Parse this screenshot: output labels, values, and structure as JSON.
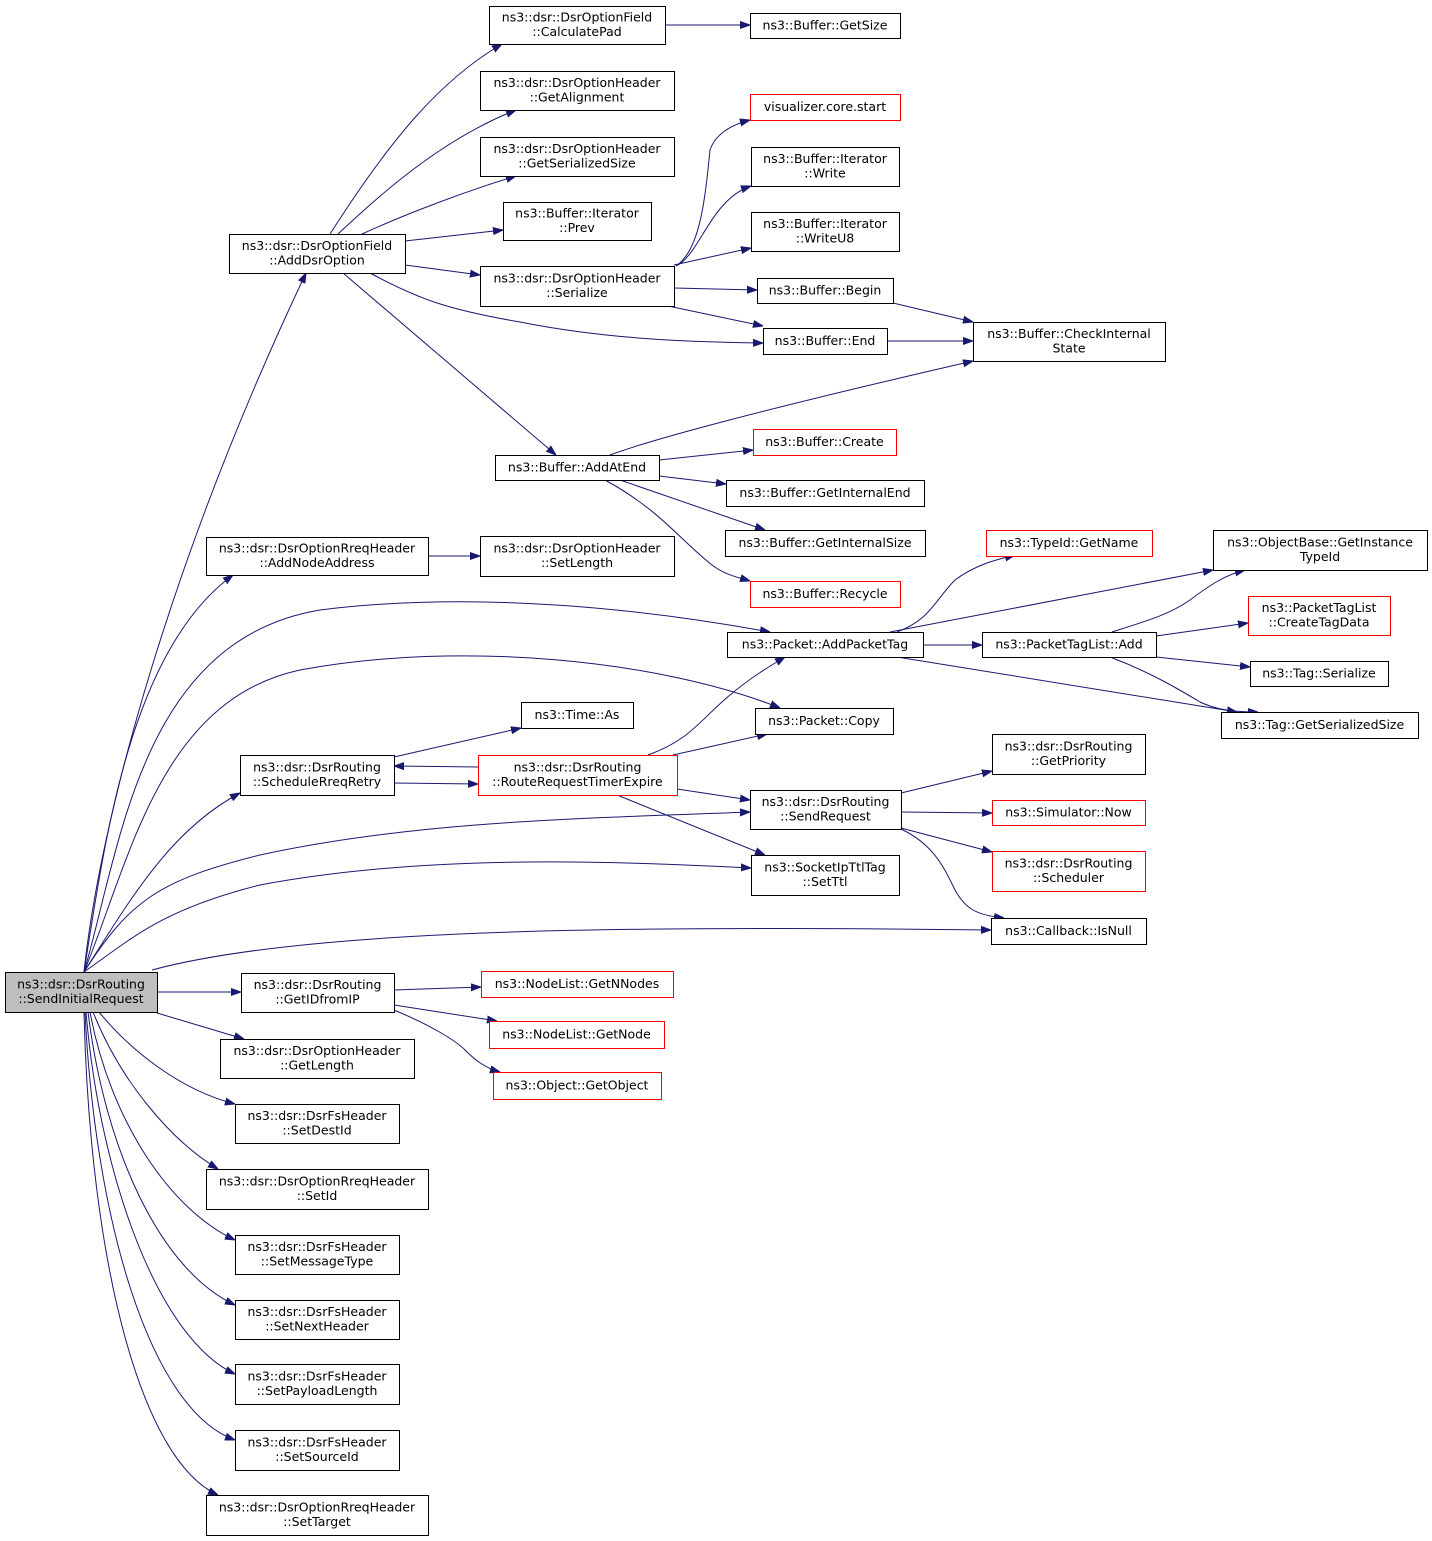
{
  "colors": {
    "edge": "#191970",
    "node_border": "#000000",
    "node_border_undocumented": "#ff0000",
    "root_fill": "#bfbfbf",
    "node_fill": "#ffffff"
  },
  "nodes": [
    {
      "id": "root",
      "lines": [
        "ns3::dsr::DsrRouting",
        "::SendInitialRequest"
      ],
      "style": "root"
    },
    {
      "id": "addDsrOption",
      "lines": [
        "ns3::dsr::DsrOptionField",
        "::AddDsrOption"
      ],
      "style": "normal"
    },
    {
      "id": "calculatePad",
      "lines": [
        "ns3::dsr::DsrOptionField",
        "::CalculatePad"
      ],
      "style": "normal"
    },
    {
      "id": "bufGetSize",
      "lines": [
        "ns3::Buffer::GetSize"
      ],
      "style": "normal"
    },
    {
      "id": "getAlignment",
      "lines": [
        "ns3::dsr::DsrOptionHeader",
        "::GetAlignment"
      ],
      "style": "normal"
    },
    {
      "id": "getSerializedSize",
      "lines": [
        "ns3::dsr::DsrOptionHeader",
        "::GetSerializedSize"
      ],
      "style": "normal"
    },
    {
      "id": "iterPrev",
      "lines": [
        "ns3::Buffer::Iterator",
        "::Prev"
      ],
      "style": "normal"
    },
    {
      "id": "serialize",
      "lines": [
        "ns3::dsr::DsrOptionHeader",
        "::Serialize"
      ],
      "style": "normal"
    },
    {
      "id": "vizStart",
      "lines": [
        "visualizer.core.start"
      ],
      "style": "red"
    },
    {
      "id": "iterWrite",
      "lines": [
        "ns3::Buffer::Iterator",
        "::Write"
      ],
      "style": "normal"
    },
    {
      "id": "iterWriteU8",
      "lines": [
        "ns3::Buffer::Iterator",
        "::WriteU8"
      ],
      "style": "normal"
    },
    {
      "id": "bufBegin",
      "lines": [
        "ns3::Buffer::Begin"
      ],
      "style": "normal"
    },
    {
      "id": "bufEnd",
      "lines": [
        "ns3::Buffer::End"
      ],
      "style": "normal"
    },
    {
      "id": "checkInternal",
      "lines": [
        "ns3::Buffer::CheckInternal",
        "State"
      ],
      "style": "normal"
    },
    {
      "id": "addAtEnd",
      "lines": [
        "ns3::Buffer::AddAtEnd"
      ],
      "style": "normal"
    },
    {
      "id": "bufCreate",
      "lines": [
        "ns3::Buffer::Create"
      ],
      "style": "red"
    },
    {
      "id": "getInternalEnd",
      "lines": [
        "ns3::Buffer::GetInternalEnd"
      ],
      "style": "normal"
    },
    {
      "id": "getInternalSize",
      "lines": [
        "ns3::Buffer::GetInternalSize"
      ],
      "style": "normal"
    },
    {
      "id": "bufRecycle",
      "lines": [
        "ns3::Buffer::Recycle"
      ],
      "style": "red"
    },
    {
      "id": "addNodeAddress",
      "lines": [
        "ns3::dsr::DsrOptionRreqHeader",
        "::AddNodeAddress"
      ],
      "style": "normal"
    },
    {
      "id": "setLength",
      "lines": [
        "ns3::dsr::DsrOptionHeader",
        "::SetLength"
      ],
      "style": "normal"
    },
    {
      "id": "typeIdGetName",
      "lines": [
        "ns3::TypeId::GetName"
      ],
      "style": "red"
    },
    {
      "id": "getInstanceTypeId",
      "lines": [
        "ns3::ObjectBase::GetInstance",
        "TypeId"
      ],
      "style": "normal"
    },
    {
      "id": "addPacketTag",
      "lines": [
        "ns3::Packet::AddPacketTag"
      ],
      "style": "normal"
    },
    {
      "id": "packetTagListAdd",
      "lines": [
        "ns3::PacketTagList::Add"
      ],
      "style": "normal"
    },
    {
      "id": "createTagData",
      "lines": [
        "ns3::PacketTagList",
        "::CreateTagData"
      ],
      "style": "red"
    },
    {
      "id": "tagSerialize",
      "lines": [
        "ns3::Tag::Serialize"
      ],
      "style": "normal"
    },
    {
      "id": "tagGetSerializedSize",
      "lines": [
        "ns3::Tag::GetSerializedSize"
      ],
      "style": "normal"
    },
    {
      "id": "packetCopy",
      "lines": [
        "ns3::Packet::Copy"
      ],
      "style": "normal"
    },
    {
      "id": "timeAs",
      "lines": [
        "ns3::Time::As"
      ],
      "style": "normal"
    },
    {
      "id": "scheduleRreqRetry",
      "lines": [
        "ns3::dsr::DsrRouting",
        "::ScheduleRreqRetry"
      ],
      "style": "normal"
    },
    {
      "id": "routeRequestTimerExpire",
      "lines": [
        "ns3::dsr::DsrRouting",
        "::RouteRequestTimerExpire"
      ],
      "style": "red"
    },
    {
      "id": "getPriority",
      "lines": [
        "ns3::dsr::DsrRouting",
        "::GetPriority"
      ],
      "style": "normal"
    },
    {
      "id": "sendRequest",
      "lines": [
        "ns3::dsr::DsrRouting",
        "::SendRequest"
      ],
      "style": "normal"
    },
    {
      "id": "simulatorNow",
      "lines": [
        "ns3::Simulator::Now"
      ],
      "style": "red"
    },
    {
      "id": "scheduler",
      "lines": [
        "ns3::dsr::DsrRouting",
        "::Scheduler"
      ],
      "style": "red"
    },
    {
      "id": "setTtl",
      "lines": [
        "ns3::SocketIpTtlTag",
        "::SetTtl"
      ],
      "style": "normal"
    },
    {
      "id": "callbackIsNull",
      "lines": [
        "ns3::Callback::IsNull"
      ],
      "style": "normal"
    },
    {
      "id": "getIDfromIP",
      "lines": [
        "ns3::dsr::DsrRouting",
        "::GetIDfromIP"
      ],
      "style": "normal"
    },
    {
      "id": "getNNodes",
      "lines": [
        "ns3::NodeList::GetNNodes"
      ],
      "style": "red"
    },
    {
      "id": "getNode",
      "lines": [
        "ns3::NodeList::GetNode"
      ],
      "style": "red"
    },
    {
      "id": "getObject",
      "lines": [
        "ns3::Object::GetObject"
      ],
      "style": "red"
    },
    {
      "id": "getLength",
      "lines": [
        "ns3::dsr::DsrOptionHeader",
        "::GetLength"
      ],
      "style": "normal"
    },
    {
      "id": "setDestId",
      "lines": [
        "ns3::dsr::DsrFsHeader",
        "::SetDestId"
      ],
      "style": "normal"
    },
    {
      "id": "setId",
      "lines": [
        "ns3::dsr::DsrOptionRreqHeader",
        "::SetId"
      ],
      "style": "normal"
    },
    {
      "id": "setMessageType",
      "lines": [
        "ns3::dsr::DsrFsHeader",
        "::SetMessageType"
      ],
      "style": "normal"
    },
    {
      "id": "setNextHeader",
      "lines": [
        "ns3::dsr::DsrFsHeader",
        "::SetNextHeader"
      ],
      "style": "normal"
    },
    {
      "id": "setPayloadLength",
      "lines": [
        "ns3::dsr::DsrFsHeader",
        "::SetPayloadLength"
      ],
      "style": "normal"
    },
    {
      "id": "setSourceId",
      "lines": [
        "ns3::dsr::DsrFsHeader",
        "::SetSourceId"
      ],
      "style": "normal"
    },
    {
      "id": "setTarget",
      "lines": [
        "ns3::dsr::DsrOptionRreqHeader",
        "::SetTarget"
      ],
      "style": "normal"
    }
  ],
  "edges": [
    [
      "root",
      "addDsrOption"
    ],
    [
      "root",
      "addNodeAddress"
    ],
    [
      "root",
      "addPacketTag"
    ],
    [
      "root",
      "packetCopy"
    ],
    [
      "root",
      "scheduleRreqRetry"
    ],
    [
      "root",
      "sendRequest"
    ],
    [
      "root",
      "setTtl"
    ],
    [
      "root",
      "callbackIsNull"
    ],
    [
      "root",
      "getIDfromIP"
    ],
    [
      "root",
      "getLength"
    ],
    [
      "root",
      "setDestId"
    ],
    [
      "root",
      "setId"
    ],
    [
      "root",
      "setMessageType"
    ],
    [
      "root",
      "setNextHeader"
    ],
    [
      "root",
      "setPayloadLength"
    ],
    [
      "root",
      "setSourceId"
    ],
    [
      "root",
      "setTarget"
    ],
    [
      "addDsrOption",
      "calculatePad"
    ],
    [
      "addDsrOption",
      "getAlignment"
    ],
    [
      "addDsrOption",
      "getSerializedSize"
    ],
    [
      "addDsrOption",
      "iterPrev"
    ],
    [
      "addDsrOption",
      "serialize"
    ],
    [
      "addDsrOption",
      "bufEnd"
    ],
    [
      "addDsrOption",
      "addAtEnd"
    ],
    [
      "calculatePad",
      "bufGetSize"
    ],
    [
      "serialize",
      "vizStart"
    ],
    [
      "serialize",
      "iterWrite"
    ],
    [
      "serialize",
      "iterWriteU8"
    ],
    [
      "serialize",
      "bufBegin"
    ],
    [
      "serialize",
      "bufEnd"
    ],
    [
      "bufBegin",
      "checkInternal"
    ],
    [
      "bufEnd",
      "checkInternal"
    ],
    [
      "addAtEnd",
      "checkInternal"
    ],
    [
      "addAtEnd",
      "bufCreate"
    ],
    [
      "addAtEnd",
      "getInternalEnd"
    ],
    [
      "addAtEnd",
      "getInternalSize"
    ],
    [
      "addAtEnd",
      "bufRecycle"
    ],
    [
      "addNodeAddress",
      "setLength"
    ],
    [
      "addPacketTag",
      "typeIdGetName"
    ],
    [
      "addPacketTag",
      "getInstanceTypeId"
    ],
    [
      "addPacketTag",
      "packetTagListAdd"
    ],
    [
      "addPacketTag",
      "tagGetSerializedSize"
    ],
    [
      "packetTagListAdd",
      "getInstanceTypeId"
    ],
    [
      "packetTagListAdd",
      "createTagData"
    ],
    [
      "packetTagListAdd",
      "tagSerialize"
    ],
    [
      "packetTagListAdd",
      "tagGetSerializedSize"
    ],
    [
      "scheduleRreqRetry",
      "timeAs"
    ],
    [
      "scheduleRreqRetry",
      "routeRequestTimerExpire"
    ],
    [
      "routeRequestTimerExpire",
      "scheduleRreqRetry"
    ],
    [
      "routeRequestTimerExpire",
      "addPacketTag"
    ],
    [
      "routeRequestTimerExpire",
      "packetCopy"
    ],
    [
      "routeRequestTimerExpire",
      "sendRequest"
    ],
    [
      "routeRequestTimerExpire",
      "setTtl"
    ],
    [
      "sendRequest",
      "getPriority"
    ],
    [
      "sendRequest",
      "simulatorNow"
    ],
    [
      "sendRequest",
      "scheduler"
    ],
    [
      "sendRequest",
      "callbackIsNull"
    ],
    [
      "getIDfromIP",
      "getNNodes"
    ],
    [
      "getIDfromIP",
      "getNode"
    ],
    [
      "getIDfromIP",
      "getObject"
    ]
  ]
}
